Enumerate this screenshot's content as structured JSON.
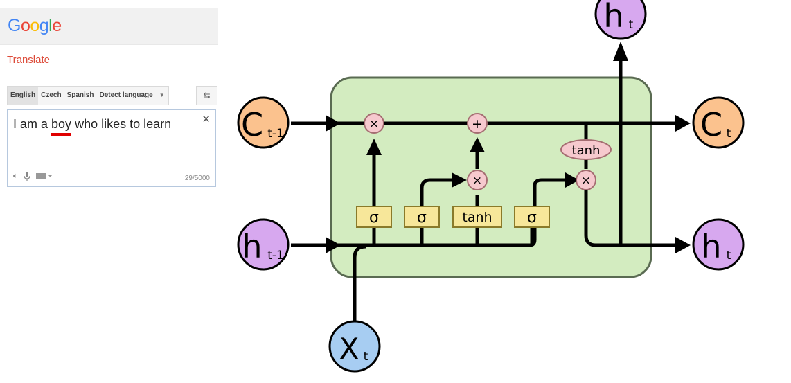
{
  "translate_panel": {
    "logo": {
      "letters": [
        {
          "ch": "G",
          "color": "#4285f4"
        },
        {
          "ch": "o",
          "color": "#ea4335"
        },
        {
          "ch": "o",
          "color": "#fbbc05"
        },
        {
          "ch": "g",
          "color": "#4285f4"
        },
        {
          "ch": "l",
          "color": "#34a853"
        },
        {
          "ch": "e",
          "color": "#ea4335"
        }
      ]
    },
    "translate_link": "Translate",
    "languages": [
      "English",
      "Czech",
      "Spanish",
      "Detect language"
    ],
    "active_language": "English",
    "source_text": {
      "before": "I am a ",
      "misspelled": "boy",
      "after": " who likes to learn"
    },
    "char_count": "29/5000",
    "clear_icon": "close-icon",
    "swap_icon": "swap-languages-icon",
    "tool_icons": [
      "speaker-icon",
      "microphone-icon",
      "keyboard-icon"
    ]
  },
  "lstm_diagram": {
    "cell_color": "#d3ecc0",
    "gate_color": "#f7e79a",
    "op_color": "#f6c9ce",
    "nodes": {
      "c_prev": {
        "main": "C",
        "sub": "t-1",
        "color": "#fbc28e"
      },
      "h_prev": {
        "main": "h",
        "sub": "t-1",
        "color": "#d7a8ef"
      },
      "c_next": {
        "main": "C",
        "sub": "t",
        "color": "#fbc28e"
      },
      "h_next": {
        "main": "h",
        "sub": "t",
        "color": "#d7a8ef"
      },
      "h_top": {
        "main": "h",
        "sub": "t",
        "color": "#d7a8ef"
      },
      "x_in": {
        "main": "X",
        "sub": "t",
        "color": "#a7cdf2"
      }
    },
    "gates": [
      "σ",
      "σ",
      "tanh",
      "σ"
    ],
    "ops": {
      "multiply": "×",
      "add": "+"
    },
    "output_activation": "tanh"
  }
}
